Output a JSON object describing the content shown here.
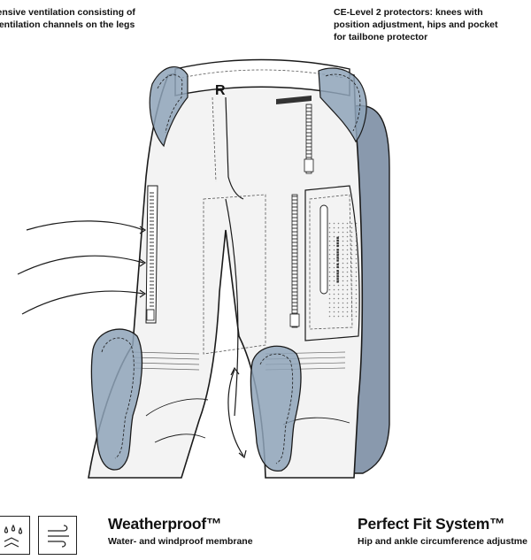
{
  "captions": {
    "left": "tensive ventilation consisting of\nventilation channels on the legs",
    "right": "CE-Level 2 protectors: knees with\nposition adjustment, hips and pocket\nfor tailbone protector"
  },
  "features": [
    {
      "title": "Weatherproof™",
      "description": "Water- and windproof membrane",
      "icons": [
        "water-drops-icon",
        "wind-icon"
      ]
    },
    {
      "title": "Perfect Fit System™",
      "description": "Hip and ankle circumference adjustme"
    }
  ],
  "garment": {
    "logo": "R",
    "label_text": "■■■■■ ■■ ■■■■■ ■■■■"
  },
  "colors": {
    "protector_fill": "#8ea3b8",
    "back_panel": "#8999ad",
    "outline": "#1a1a1a"
  }
}
